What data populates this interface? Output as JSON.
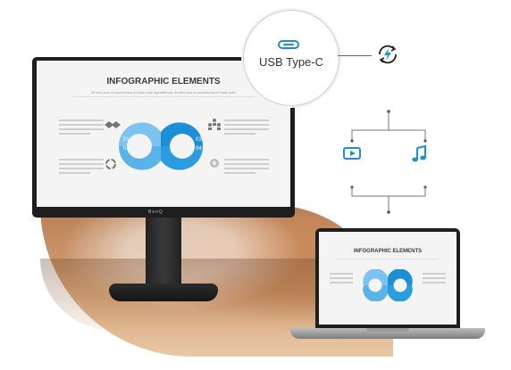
{
  "monitor": {
    "brand": "BenQ",
    "screen": {
      "title": "INFOGRAPHIC ELEMENTS",
      "subtitle": "At vero eos et accusamus et iusto odio dignissimos. At vero eos et accusamus et iusto odio",
      "labels": {
        "n1": "01",
        "n2": "02",
        "n3": "03",
        "n4": "04"
      }
    }
  },
  "laptop": {
    "screen": {
      "title": "INFOGRAPHIC ELEMENTS"
    }
  },
  "usb": {
    "label": "USB Type-C"
  },
  "icons": {
    "usb": "usb-c-port-icon",
    "charge": "charging-icon",
    "video": "video-play-icon",
    "music": "music-note-icon"
  },
  "colors": {
    "accent_blue": "#1c8fd6",
    "light_blue": "#7cc4ef"
  }
}
